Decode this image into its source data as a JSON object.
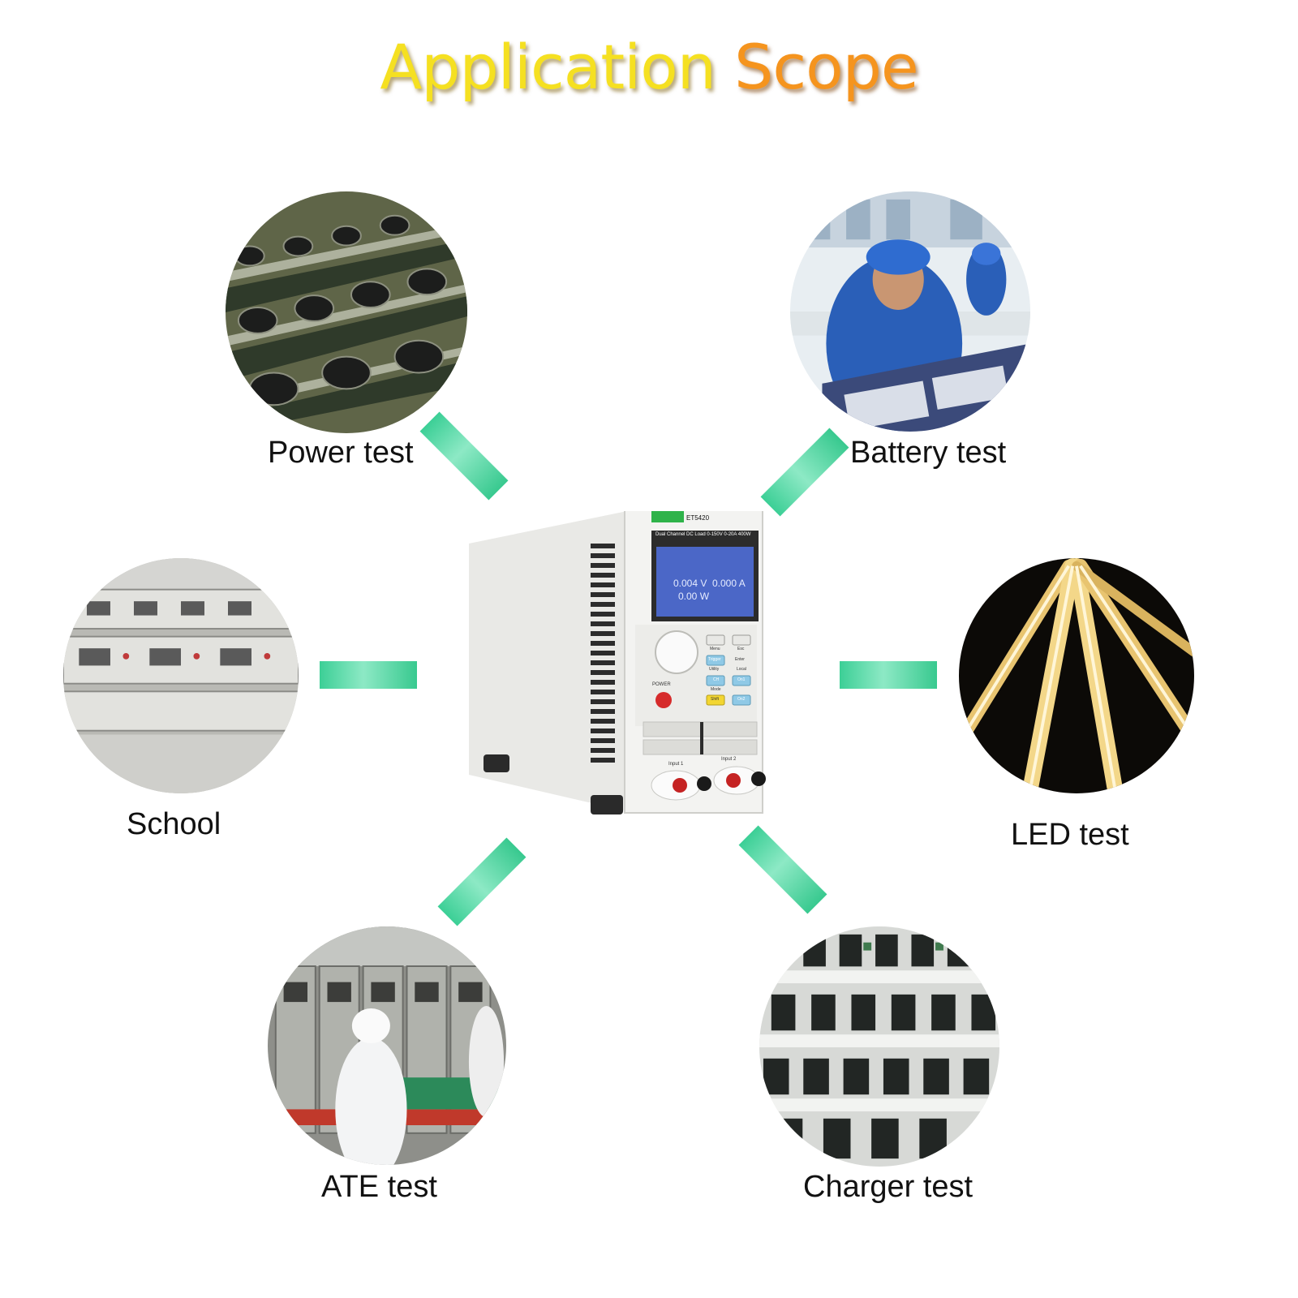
{
  "title": {
    "word1": "Application",
    "word2": "Scope"
  },
  "applications": {
    "power": "Power test",
    "battery": "Battery test",
    "school": "School",
    "led": "LED test",
    "ate": "ATE test",
    "charger": "Charger test"
  },
  "device": {
    "model": "ET5420",
    "description": "Dual Channel DC Load 0-150V 0-20A 400W",
    "screen": {
      "voltage": "0.004 V",
      "current": "0.000 A",
      "power": "0.00 W"
    },
    "buttons": [
      "Menu",
      "Trigger",
      "Utility",
      "CH",
      "Mode",
      "Shift",
      "Esc",
      "Enter",
      "Local",
      "On1",
      "On2"
    ],
    "power_label": "POWER",
    "input1_label": "Input 1",
    "input2_label": "Input 2"
  },
  "colors": {
    "title_word1": "#f5e021",
    "title_word2": "#f5941e",
    "connector": "#3ccf96"
  }
}
